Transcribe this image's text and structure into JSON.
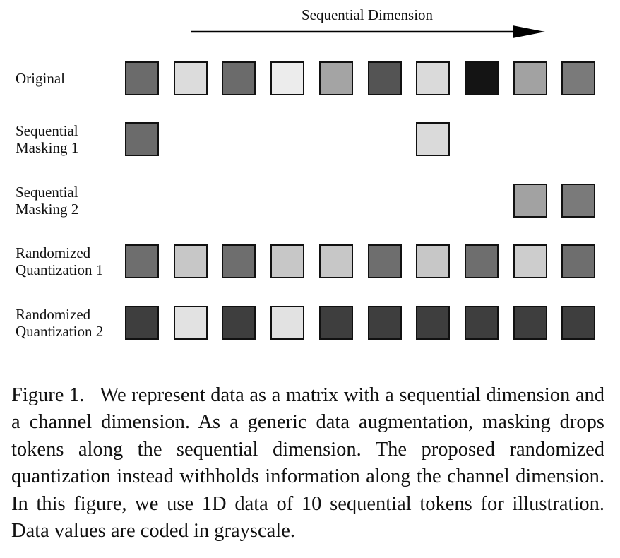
{
  "figure": {
    "axis_title": "Sequential Dimension",
    "rows": [
      {
        "label": "Original",
        "cells": [
          "#6b6b6b",
          "#dcdcdc",
          "#6b6b6b",
          "#ececec",
          "#a4a4a4",
          "#545454",
          "#dadada",
          "#141414",
          "#a2a2a2",
          "#7a7a7a"
        ]
      },
      {
        "label": "Sequential\nMasking 1",
        "cells": [
          "#6b6b6b",
          null,
          null,
          null,
          null,
          null,
          "#dadada",
          null,
          null,
          null
        ]
      },
      {
        "label": "Sequential\nMasking 2",
        "cells": [
          null,
          null,
          null,
          null,
          null,
          null,
          null,
          null,
          "#a2a2a2",
          "#7a7a7a"
        ]
      },
      {
        "label": "Randomized\nQuantization 1",
        "cells": [
          "#6e6e6e",
          "#c7c7c7",
          "#6e6e6e",
          "#c7c7c7",
          "#c7c7c7",
          "#6e6e6e",
          "#c7c7c7",
          "#6e6e6e",
          "#cdcdcd",
          "#6e6e6e"
        ]
      },
      {
        "label": "Randomized\nQuantization 2",
        "cells": [
          "#3e3e3e",
          "#e2e2e2",
          "#3e3e3e",
          "#e2e2e2",
          "#3e3e3e",
          "#3e3e3e",
          "#3e3e3e",
          "#3e3e3e",
          "#3e3e3e",
          "#3e3e3e"
        ]
      }
    ]
  },
  "caption": {
    "label": "Figure 1.",
    "text": "We represent data as a matrix with a sequential dimension and a channel dimension. As a generic data augmentation, masking drops tokens along the sequential dimension. The proposed randomized quantization instead withholds information along the channel dimension. In this figure, we use 1D data of 10 sequential tokens for illustration. Data values are coded in grayscale."
  }
}
